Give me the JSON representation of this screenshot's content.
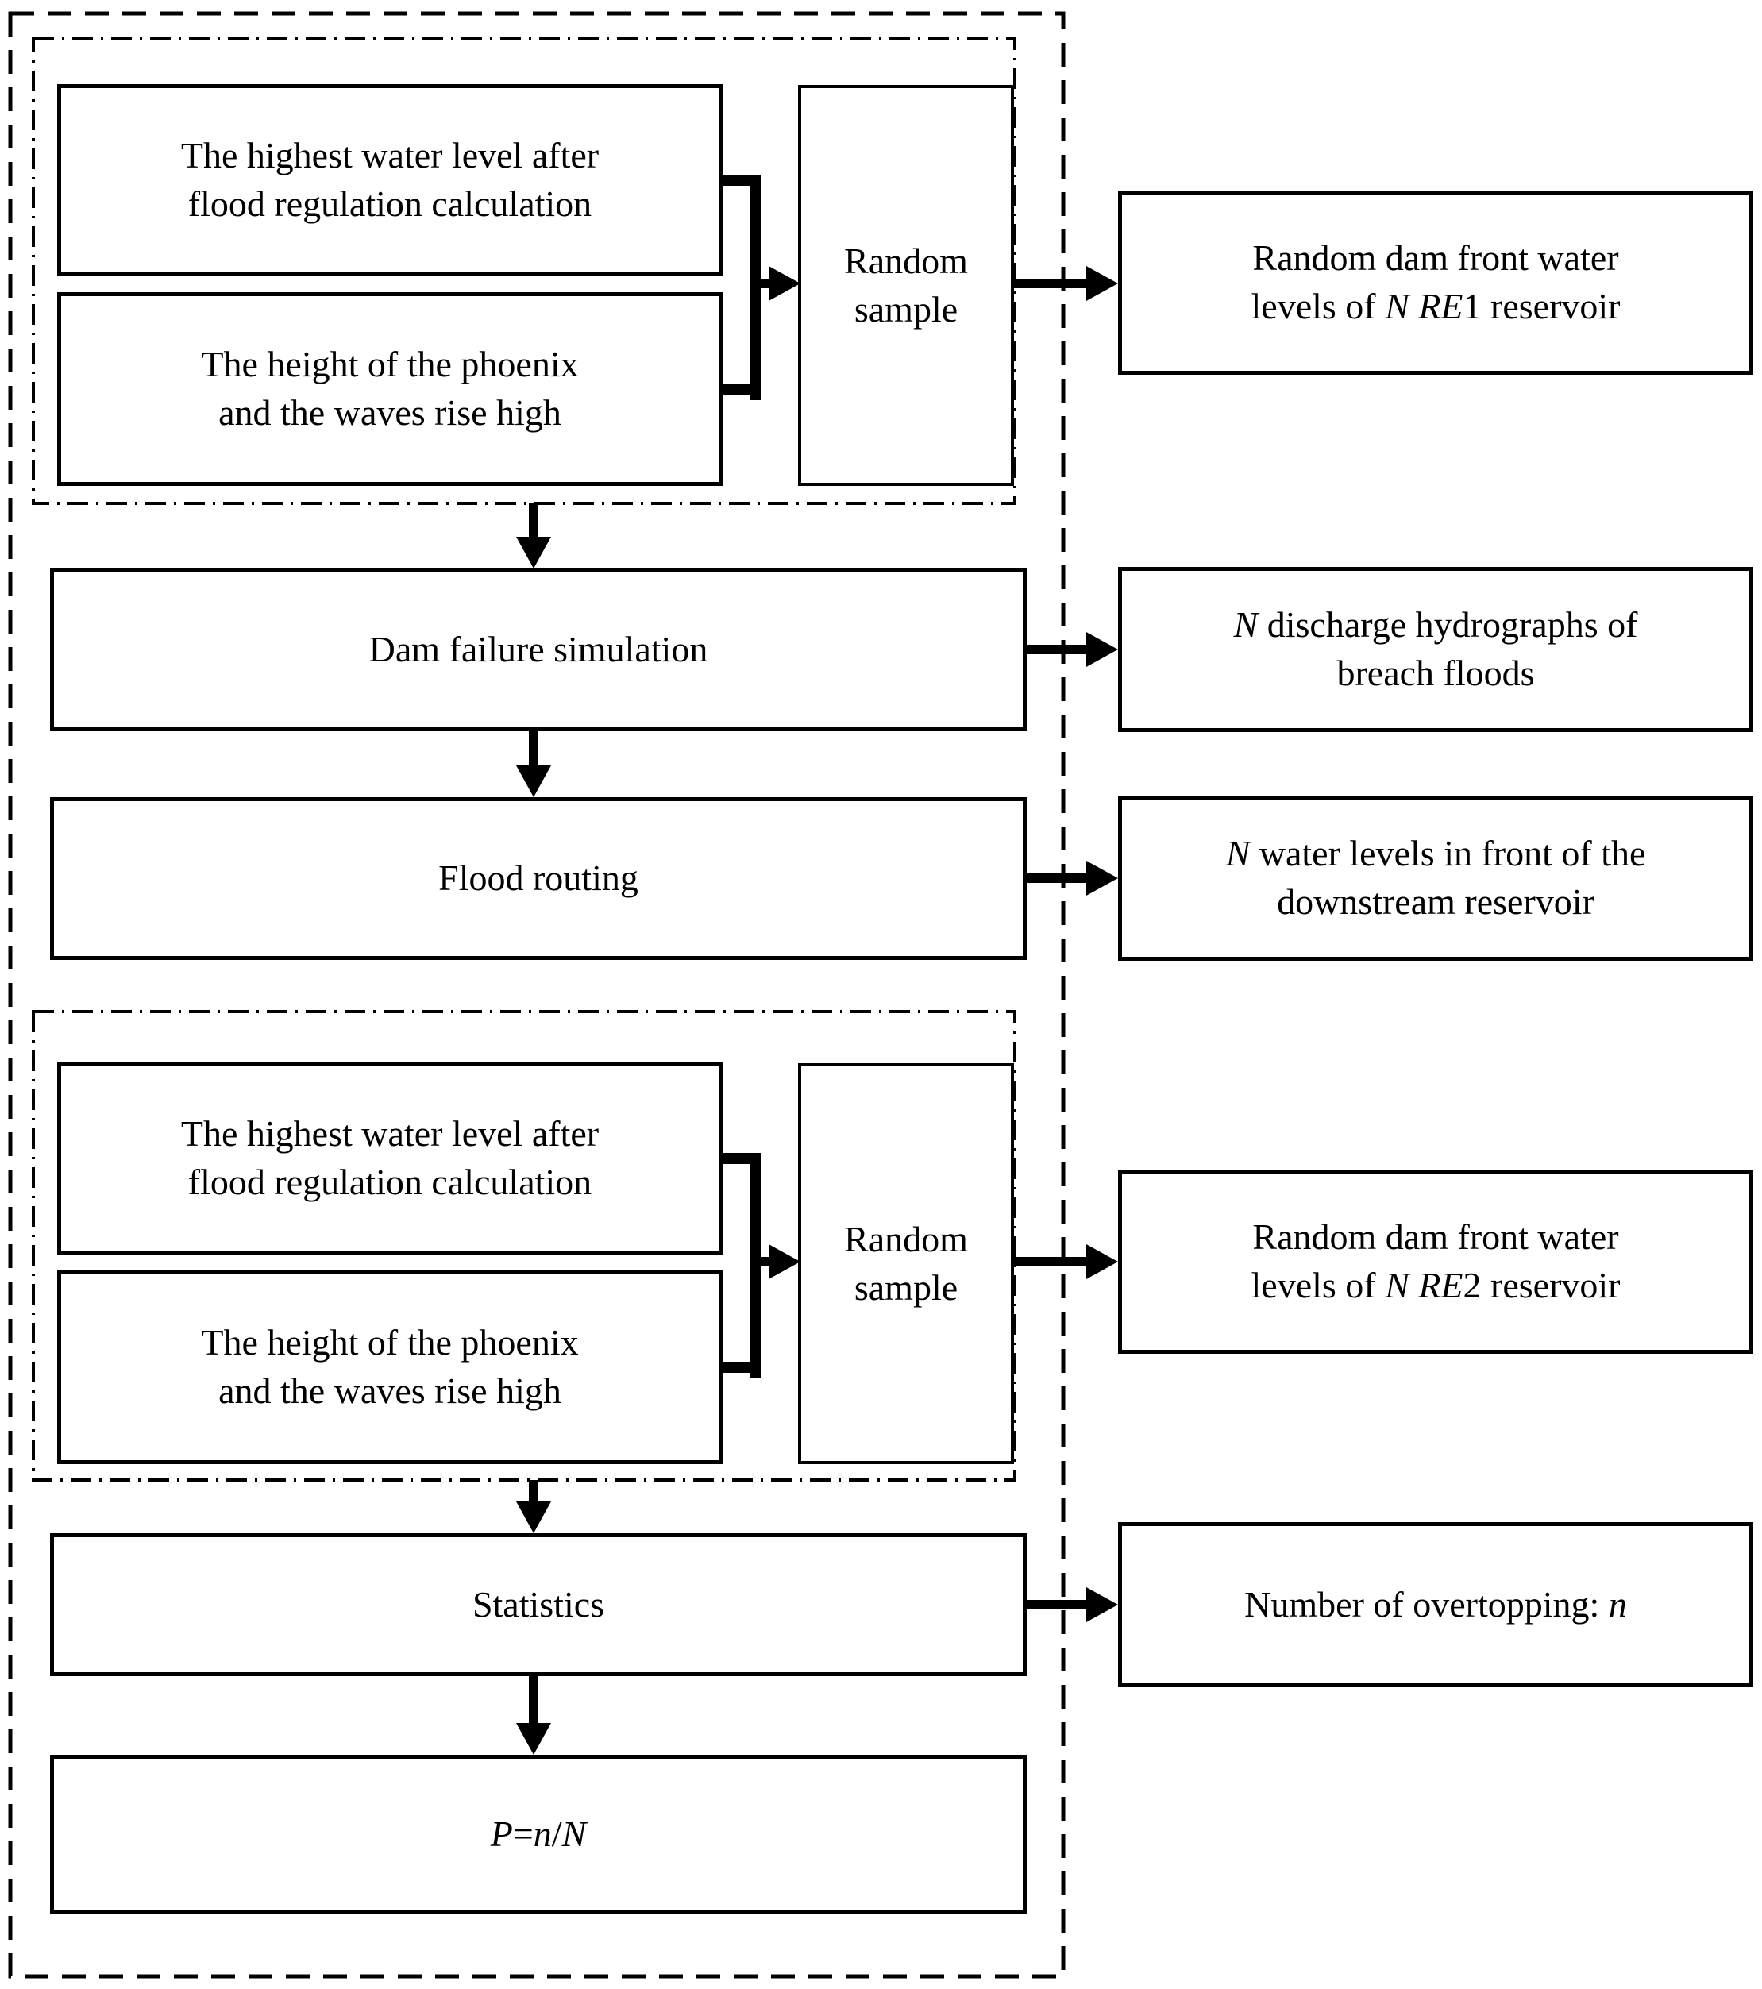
{
  "colors": {
    "ink": "#000000",
    "background": "#ffffff"
  },
  "group1": {
    "highest_water_lines": [
      {
        "t": "The highest water level after"
      },
      {
        "br": true
      },
      {
        "t": "flood regulation calculation"
      }
    ],
    "wave_height_lines": [
      {
        "t": "The height of the phoenix"
      },
      {
        "br": true
      },
      {
        "t": "and the waves rise high"
      }
    ],
    "random_sample_label": "Random sample"
  },
  "group2": {
    "highest_water_lines": [
      {
        "t": "The highest water level after"
      },
      {
        "br": true
      },
      {
        "t": "flood regulation calculation"
      }
    ],
    "wave_height_lines": [
      {
        "t": "The height of the phoenix"
      },
      {
        "br": true
      },
      {
        "t": "and the waves rise high"
      }
    ],
    "random_sample_label": "Random sample"
  },
  "process": {
    "dam_failure_label": "Dam failure simulation",
    "flood_routing_label": "Flood routing",
    "statistics_label": "Statistics",
    "probability_formula": [
      {
        "t": "P",
        "i": true
      },
      {
        "t": "="
      },
      {
        "t": "n",
        "i": true
      },
      {
        "t": "/"
      },
      {
        "t": "N",
        "i": true
      }
    ]
  },
  "outputs": {
    "re1_levels": [
      {
        "t": "Random dam front water"
      },
      {
        "br": true
      },
      {
        "t": "levels of "
      },
      {
        "t": "N",
        "i": true
      },
      {
        "t": " "
      },
      {
        "t": "RE",
        "i": true
      },
      {
        "t": "1 reservoir"
      }
    ],
    "discharge_hydrographs": [
      {
        "t": "N",
        "i": true
      },
      {
        "t": " discharge hydrographs of"
      },
      {
        "br": true
      },
      {
        "t": "breach floods"
      }
    ],
    "downstream_levels": [
      {
        "t": "N",
        "i": true
      },
      {
        "t": " water levels in front of the"
      },
      {
        "br": true
      },
      {
        "t": "downstream reservoir"
      }
    ],
    "re2_levels": [
      {
        "t": "Random dam front water"
      },
      {
        "br": true
      },
      {
        "t": "levels of "
      },
      {
        "t": "N",
        "i": true
      },
      {
        "t": " "
      },
      {
        "t": "RE",
        "i": true
      },
      {
        "t": "2 reservoir"
      }
    ],
    "overtopping_count": [
      {
        "t": "Number of overtopping: "
      },
      {
        "t": "n",
        "i": true
      }
    ]
  }
}
